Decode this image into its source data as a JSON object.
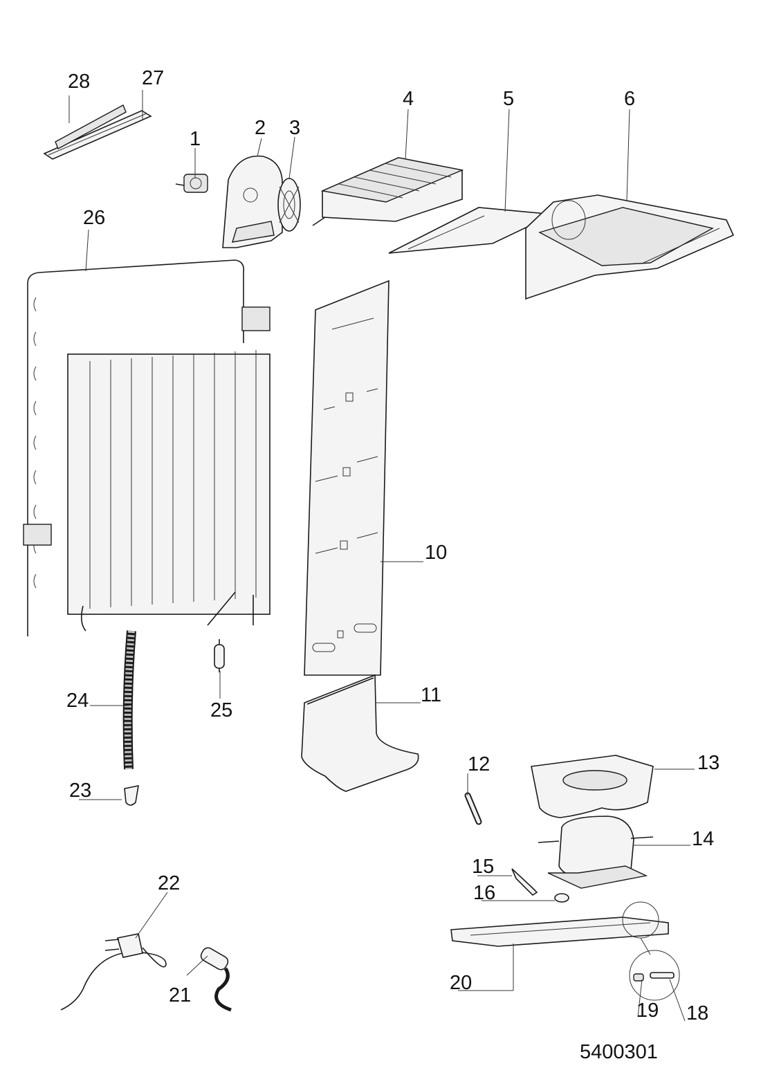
{
  "callouts": [
    {
      "id": "1",
      "text": "1"
    },
    {
      "id": "2",
      "text": "2"
    },
    {
      "id": "3",
      "text": "3"
    },
    {
      "id": "4",
      "text": "4"
    },
    {
      "id": "5",
      "text": "5"
    },
    {
      "id": "6",
      "text": "6"
    },
    {
      "id": "10",
      "text": "10"
    },
    {
      "id": "11",
      "text": "11"
    },
    {
      "id": "12",
      "text": "12"
    },
    {
      "id": "13",
      "text": "13"
    },
    {
      "id": "14",
      "text": "14"
    },
    {
      "id": "15",
      "text": "15"
    },
    {
      "id": "16",
      "text": "16"
    },
    {
      "id": "18",
      "text": "18"
    },
    {
      "id": "19",
      "text": "19"
    },
    {
      "id": "20",
      "text": "20"
    },
    {
      "id": "21",
      "text": "21"
    },
    {
      "id": "22",
      "text": "22"
    },
    {
      "id": "23",
      "text": "23"
    },
    {
      "id": "24",
      "text": "24"
    },
    {
      "id": "25",
      "text": "25"
    },
    {
      "id": "26",
      "text": "26"
    },
    {
      "id": "27",
      "text": "27"
    },
    {
      "id": "28",
      "text": "28"
    }
  ],
  "document_number": "5400301"
}
